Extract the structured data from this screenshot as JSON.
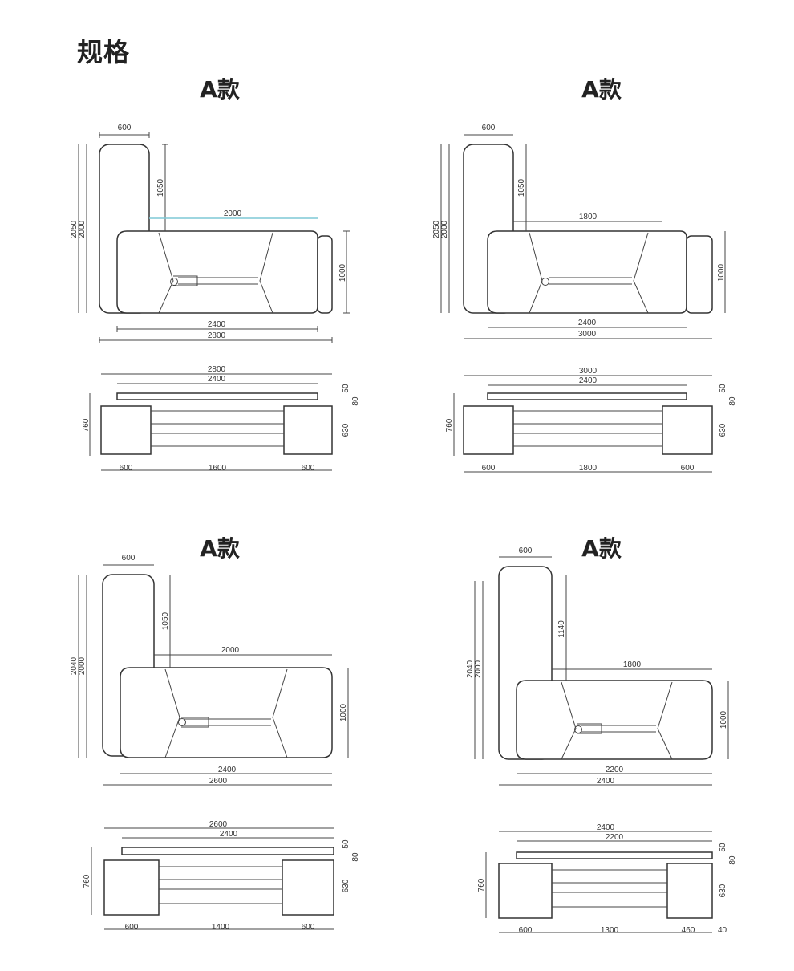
{
  "page_title": "规格",
  "models": [
    {
      "title": "A款",
      "plan": {
        "return_width": "600",
        "return_extra": "1050",
        "total_depth": "2050",
        "return_len": "2000",
        "desk_width": "2000",
        "desk_depth": "1000",
        "top_len": "2400",
        "overall_len": "2800"
      },
      "front": {
        "overall": "2800",
        "top": "2400",
        "height": "760",
        "t1": "50",
        "t2": "80",
        "leg": "630",
        "ped_left": "600",
        "span": "1600",
        "ped_right": "600"
      }
    },
    {
      "title": "A款",
      "plan": {
        "return_width": "600",
        "return_extra": "1050",
        "total_depth": "2050",
        "return_len": "2000",
        "desk_width": "1800",
        "desk_depth": "1000",
        "top_len": "2400",
        "overall_len": "3000"
      },
      "front": {
        "overall": "3000",
        "top": "2400",
        "height": "760",
        "t1": "50",
        "t2": "80",
        "leg": "630",
        "ped_left": "600",
        "span": "1800",
        "ped_right": "600"
      }
    },
    {
      "title": "A款",
      "plan": {
        "return_width": "600",
        "return_extra": "1050",
        "total_depth": "2040",
        "return_len": "2000",
        "desk_width": "2000",
        "desk_depth": "1000",
        "top_len": "2400",
        "overall_len": "2600"
      },
      "front": {
        "overall": "2600",
        "top": "2400",
        "height": "760",
        "t1": "50",
        "t2": "80",
        "leg": "630",
        "ped_left": "600",
        "span": "1400",
        "ped_right": "600"
      }
    },
    {
      "title": "A款",
      "plan": {
        "return_width": "600",
        "return_extra": "1140",
        "total_depth": "2040",
        "return_len": "2000",
        "desk_width": "1800",
        "desk_depth": "1000",
        "top_len": "2200",
        "overall_len": "2400"
      },
      "front": {
        "overall": "2400",
        "top": "2200",
        "height": "760",
        "t1": "50",
        "t2": "80",
        "leg": "630",
        "ped_left": "600",
        "span": "1300",
        "ped_right": "460",
        "extra": "40"
      }
    }
  ]
}
